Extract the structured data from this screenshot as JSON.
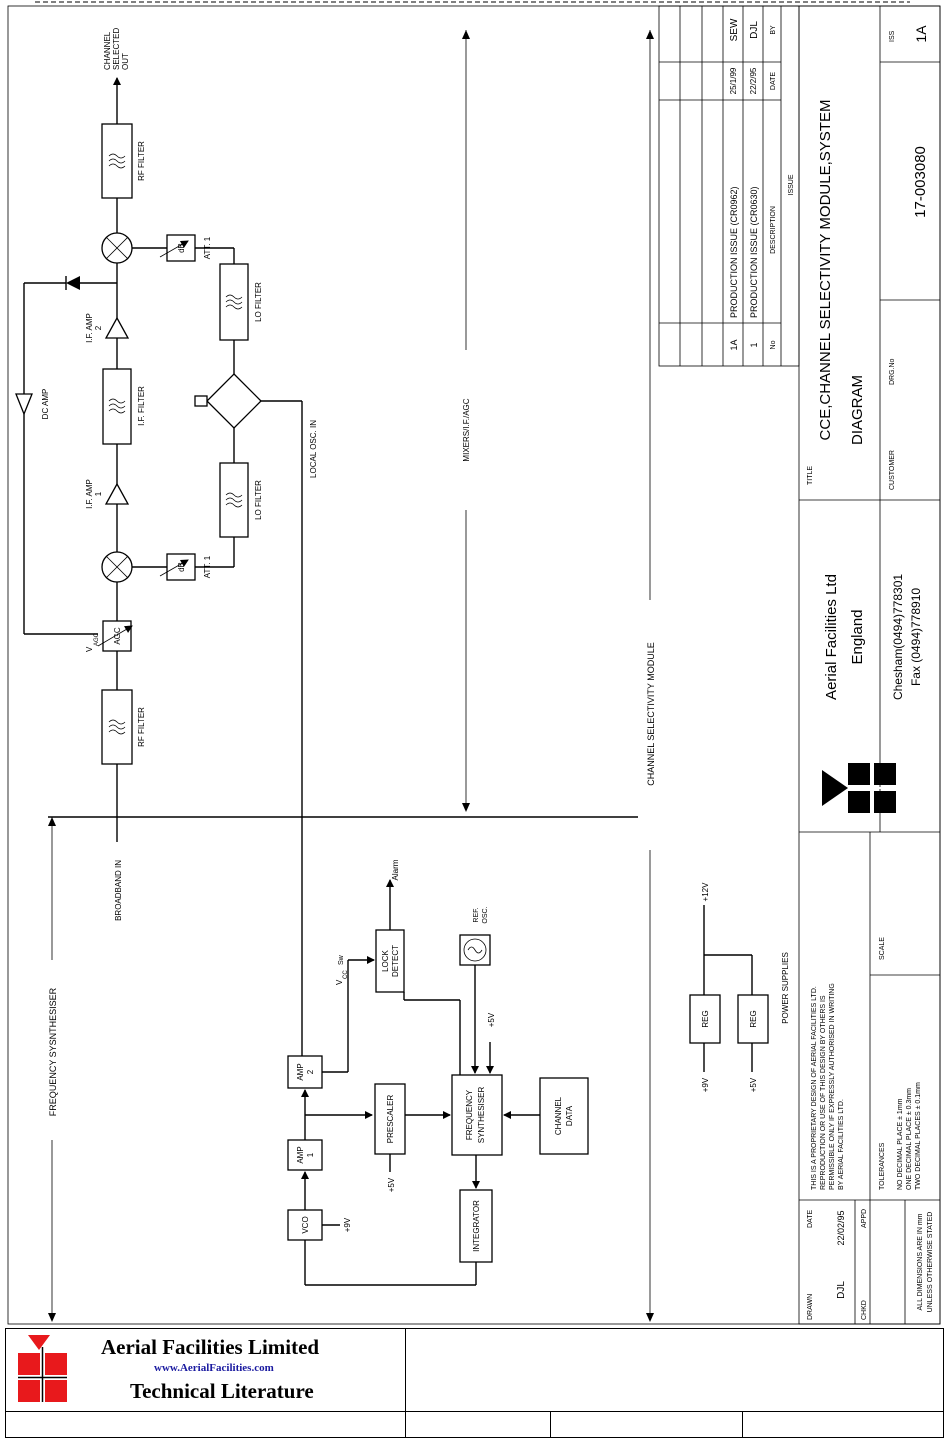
{
  "blocks": {
    "rf_filter_in": "RF FILTER",
    "rf_filter_out": "RF FILTER",
    "agc": "AGC",
    "v_agc": "V",
    "v_agc_sub": "AGC",
    "if_amp1": "I.F. AMP",
    "if_amp1_num": "1",
    "if_amp2": "I.F. AMP",
    "if_amp2_num": "2",
    "if_filter": "I.F. FILTER",
    "lo_filter_1": "LO FILTER",
    "lo_filter_2": "LO FILTER",
    "att_1": "ATT. 1",
    "att_2": "ATT. 1",
    "db_1": "dB",
    "db_2": "dB",
    "dc_amp": "DC AMP",
    "local_osc_in": "LOCAL OSC. IN",
    "broadband_in": "BROADBAND IN",
    "channel_selected_out": [
      "CHANNEL",
      "SELECTED",
      "OUT"
    ],
    "vco": "VCO",
    "vco_supply": "+9V",
    "amp1": "AMP",
    "amp1_num": "1",
    "amp2": "AMP",
    "amp2_num": "2",
    "prescaler": "PRESCALER",
    "prescaler_supply": "+5V",
    "freq_synth": [
      "FREQUENCY",
      "SYNTHESISER"
    ],
    "synth_supply": "+5V",
    "channel_data": [
      "CHANNEL",
      "DATA"
    ],
    "integrator": "INTEGRATOR",
    "lock_detect": [
      "LOCK",
      "DETECT"
    ],
    "alarm": "Alarm",
    "vcc_sw": "V",
    "vcc_sub": "CC",
    "vcc_sw_suffix": "Sw",
    "ref_osc": [
      "REF.",
      "OSC."
    ],
    "reg_1": "REG",
    "reg_2": "REG",
    "plus12v": "+12V",
    "plus9v": "+9V",
    "plus5v": "+5V",
    "power_supplies": "POWER SUPPLIES"
  },
  "sections": {
    "mixers": "MIXERS/I.F./AGC",
    "freq_synth": "FREQUENCY SYSNTHESISER",
    "csm": "CHANNEL SELECTIVITY MODULE"
  },
  "title_block": {
    "title_label": "TITLE",
    "title_line1": "CCE,CHANNEL SELECTIVITY MODULE,SYSTEM",
    "title_line2": "DIAGRAM",
    "company": "Aerial Facilities Ltd",
    "country": "England",
    "phone": "Chesham(0494)778301",
    "fax": "Fax (0494)778910",
    "customer_label": "CUSTOMER",
    "drg_label": "DRG.No",
    "drg_no": "17-003080",
    "iss_label": "ISS",
    "iss": "1A",
    "proprietary": [
      "THIS IS A PROPRIETARY DESIGN OF AERIAL FACILITIES LTD.",
      "REPRODUCTION OR USE OF THIS DESIGN BY OTHERS IS",
      "PERMISSIBLE ONLY IF EXPRESSLY AUTHORISED IN WRITING",
      "BY AERIAL FACILITIES LTD."
    ],
    "tolerances_label": "TOLERANCES",
    "tolerances": [
      "NO DECIMAL PLACE ± 1mm",
      "ONE DECIMAL PLACE ± 0.3mm",
      "TWO DECIMAL PLACES ± 0.1mm"
    ],
    "scale_label": "SCALE",
    "drawn_label": "DRAWN",
    "drawn": "DJL",
    "date_label": "DATE",
    "date": "22/02/95",
    "chkd_label": "CHKD",
    "appd_label": "APPD",
    "dimensions_note": [
      "ALL DIMENSIONS ARE IN mm",
      "UNLESS OTHERWISE STATED"
    ]
  },
  "issues": {
    "header": {
      "no": "No",
      "description": "DESCRIPTION",
      "date": "DATE",
      "by": "BY",
      "group": "ISSUE"
    },
    "rows": [
      {
        "no": "1A",
        "description": "PRODUCTION ISSUE (CR0962)",
        "date": "25/1/99",
        "by": "SEW"
      },
      {
        "no": "1",
        "description": "PRODUCTION ISSUE (CR0630)",
        "date": "22/2/95",
        "by": "DJL"
      }
    ]
  },
  "footer": {
    "company": "Aerial Facilities Limited",
    "website": "www.AerialFacilities.com",
    "literature": "Technical Literature"
  },
  "colors": {
    "logo_red": "#e8191c",
    "web_blue": "#1a1aa0"
  }
}
